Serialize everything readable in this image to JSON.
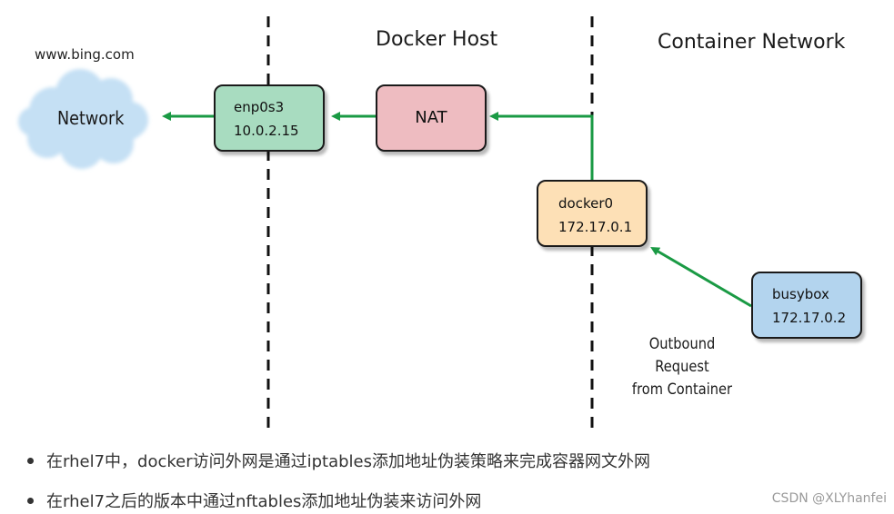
{
  "diagram": {
    "zones": {
      "docker_host": "Docker Host",
      "container_network": "Container Network"
    },
    "external": {
      "host_label": "www.bing.com",
      "cloud_label": "Network"
    },
    "nodes": {
      "enp0s3": {
        "name": "enp0s3",
        "ip": "10.0.2.15",
        "color": "#a8dcc0"
      },
      "nat": {
        "name": "NAT",
        "color": "#eebcc1"
      },
      "docker0": {
        "name": "docker0",
        "ip": "172.17.0.1",
        "color": "#fde0b6"
      },
      "busybox": {
        "name": "busybox",
        "ip": "172.17.0.2",
        "color": "#b3d4ee"
      }
    },
    "annotation": [
      "Outbound",
      "Request",
      "from Container"
    ],
    "arrow_color": "#1a9a44",
    "cloud_color": "#c5e0f4"
  },
  "notes": [
    "在rhel7中，docker访问外网是通过iptables添加地址伪装策略来完成容器网文外网",
    "在rhel7之后的版本中通过nftables添加地址伪装来访问外网"
  ],
  "watermark": "CSDN @XLYhanfei"
}
